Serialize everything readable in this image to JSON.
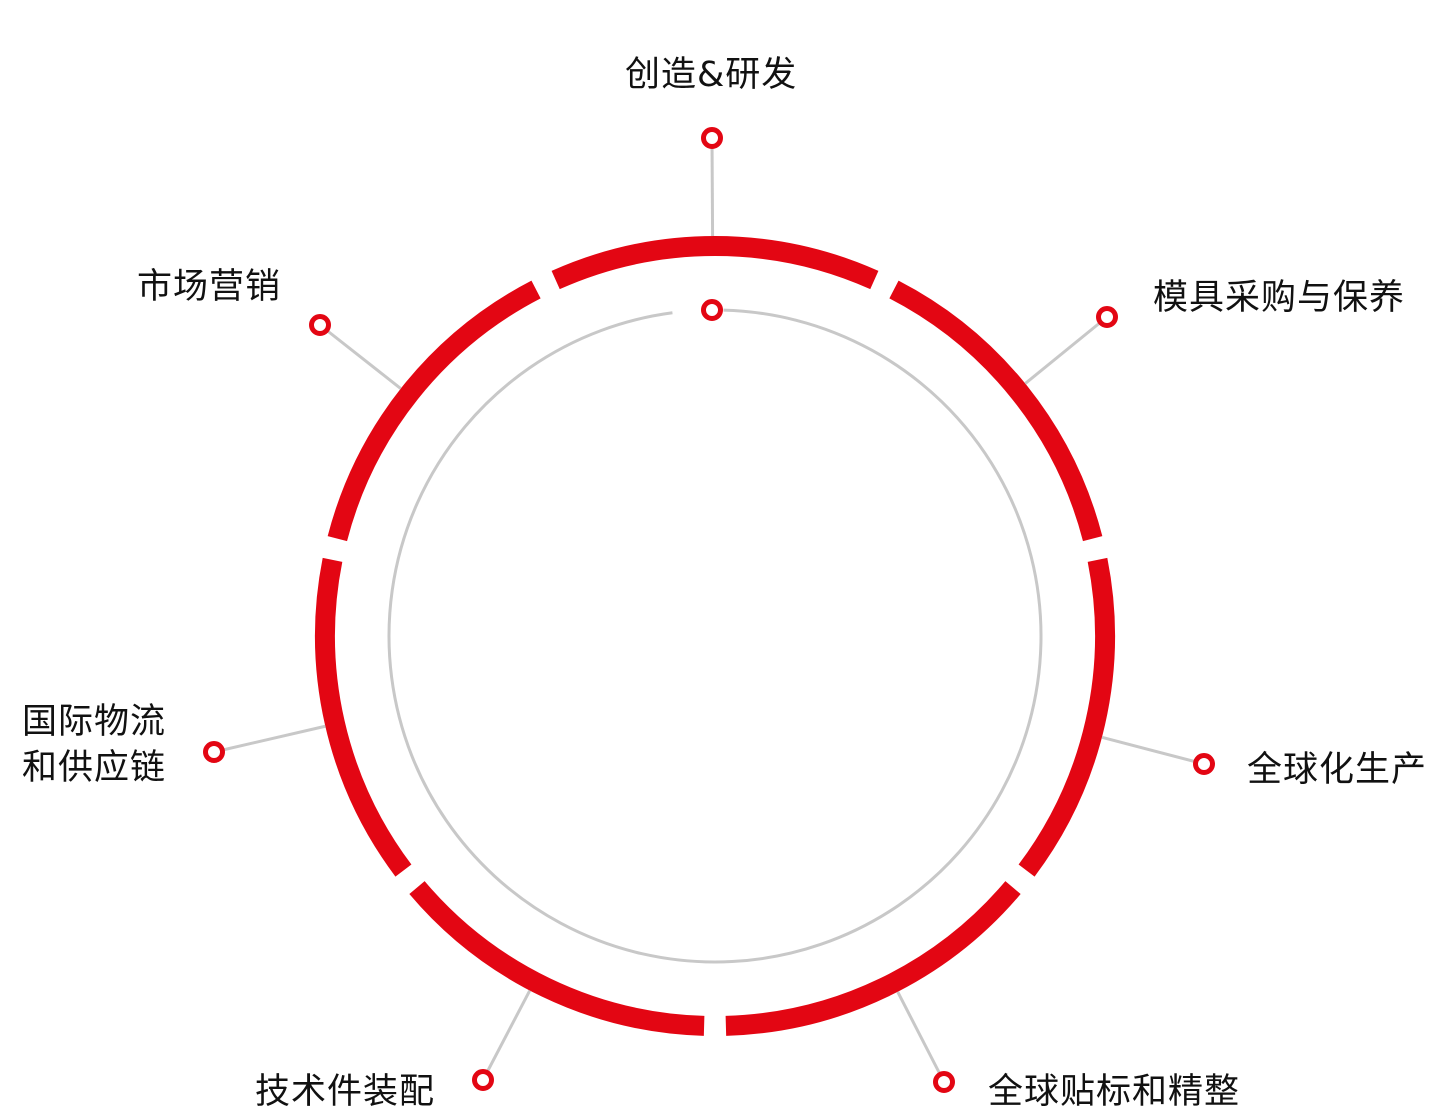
{
  "colors": {
    "accent": "#e30613",
    "connector": "#c8c8c8",
    "inner_ring": "#c8c8c8",
    "text": "#111111"
  },
  "stages": [
    {
      "label": "创造&研发"
    },
    {
      "label": "模具采购与保养"
    },
    {
      "label": "全球化生产"
    },
    {
      "label": "全球贴标和精整"
    },
    {
      "label": "技术件装配"
    },
    {
      "label_line1": "国际物流",
      "label_line2": "和供应链"
    },
    {
      "label": "市场营销"
    }
  ]
}
